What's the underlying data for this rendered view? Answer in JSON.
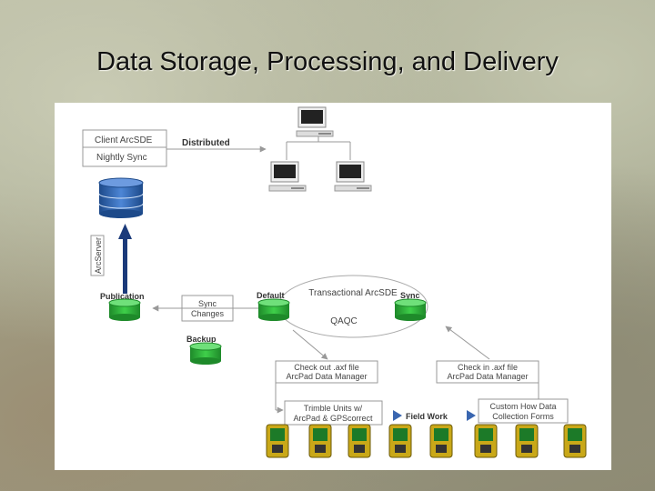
{
  "title": "Data Storage, Processing, and Delivery",
  "diagram": {
    "client_arcsde": "Client ArcSDE",
    "nightly_sync": "Nightly Sync",
    "distributed": "Distributed",
    "arcserver": "ArcServer",
    "publication": "Publication",
    "sync_changes_line1": "Sync",
    "sync_changes_line2": "Changes",
    "backup": "Backup",
    "default": "Default",
    "transactional_arcsde": "Transactional ArcSDE",
    "sync": "Sync",
    "qaqc": "QAQC",
    "check_out_line1": "Check out .axf file",
    "check_out_line2": "ArcPad Data Manager",
    "check_in_line1": "Check in .axf file",
    "check_in_line2": "ArcPad Data Manager",
    "trimble_line1": "Trimble Units w/",
    "trimble_line2": "ArcPad & GPScorrect",
    "field_work": "Field Work",
    "custom_forms_line1": "Custom How Data",
    "custom_forms_line2": "Collection Forms"
  }
}
